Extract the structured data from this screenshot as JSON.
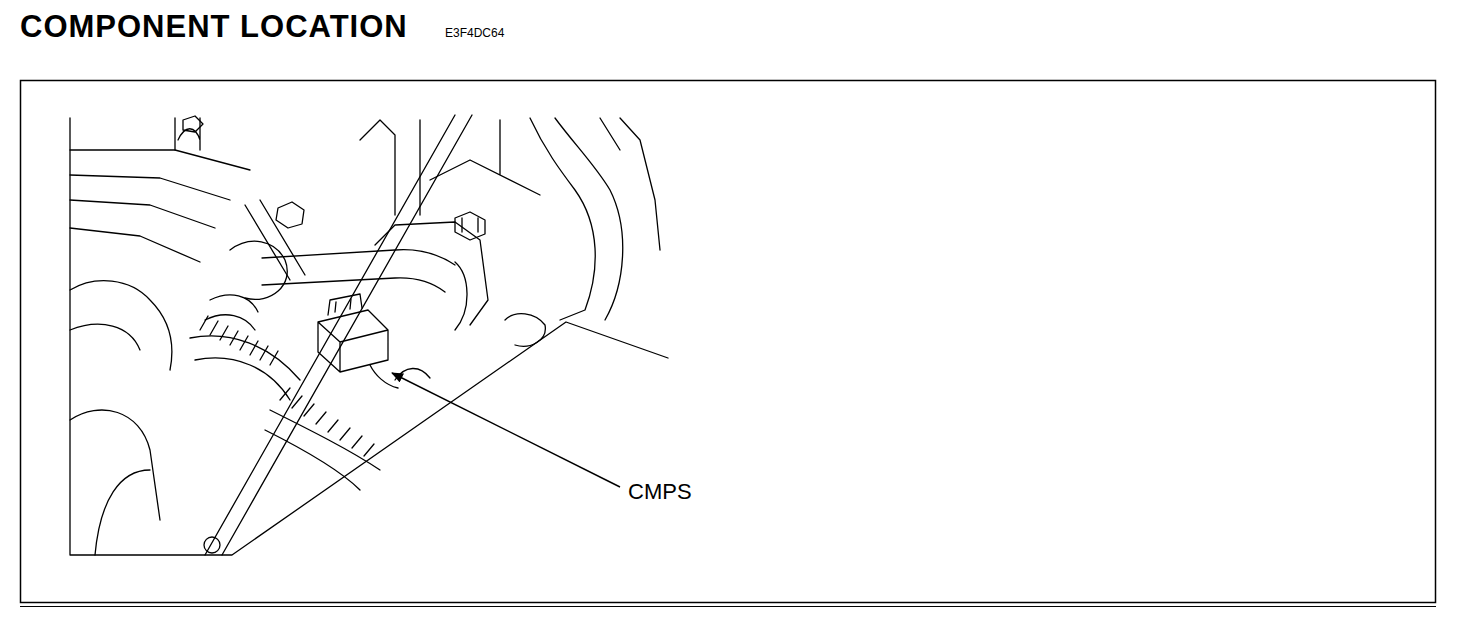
{
  "diagram": {
    "title": "COMPONENT LOCATION",
    "labels": [
      "E3F4DC64",
      "CMPS"
    ]
  }
}
